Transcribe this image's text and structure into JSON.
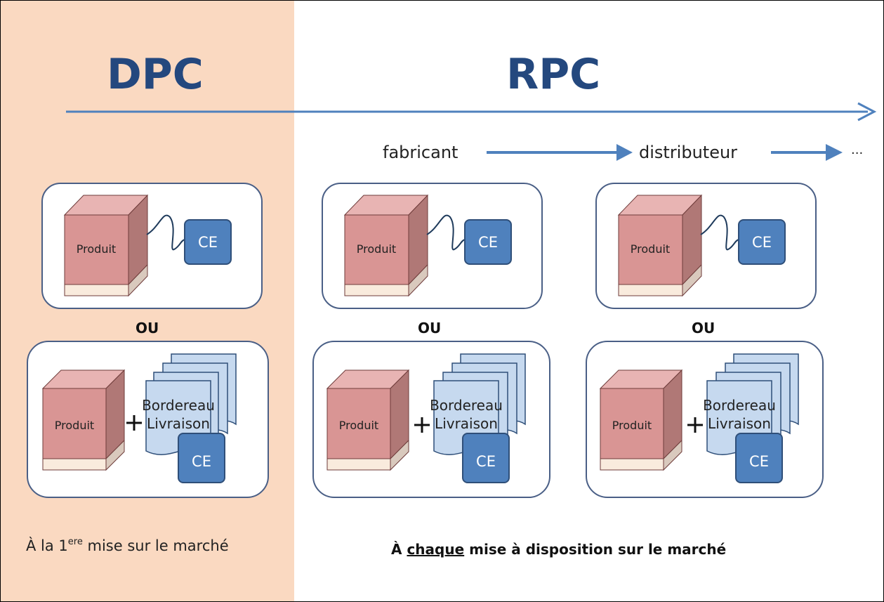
{
  "headings": {
    "left": "DPC",
    "right": "RPC"
  },
  "flow": {
    "step1": "fabricant",
    "step2": "distributeur",
    "ellipsis": "..."
  },
  "labels": {
    "product": "Produit",
    "ce": "CE",
    "or": "OU",
    "doc_line1": "Bordereau",
    "doc_line2": "Livraison"
  },
  "captions": {
    "dpc_pre": "À la 1",
    "dpc_sup": "ere",
    "dpc_post": " mise sur le marché",
    "rpc_pre": "À ",
    "rpc_underlined": "chaque",
    "rpc_post": " mise à disposition sur le marché"
  },
  "colors": {
    "dpc_panel": "#fad9c1",
    "heading": "#24487e",
    "arrow": "#4f81bd",
    "box_border": "#4a5f86",
    "product_front": "#d99594",
    "product_side": "#b07876",
    "product_top": "#e8b4b3",
    "product_base": "#f9ebdd",
    "ce_fill": "#4f81bd",
    "doc_fill": "#c6d9ef"
  }
}
